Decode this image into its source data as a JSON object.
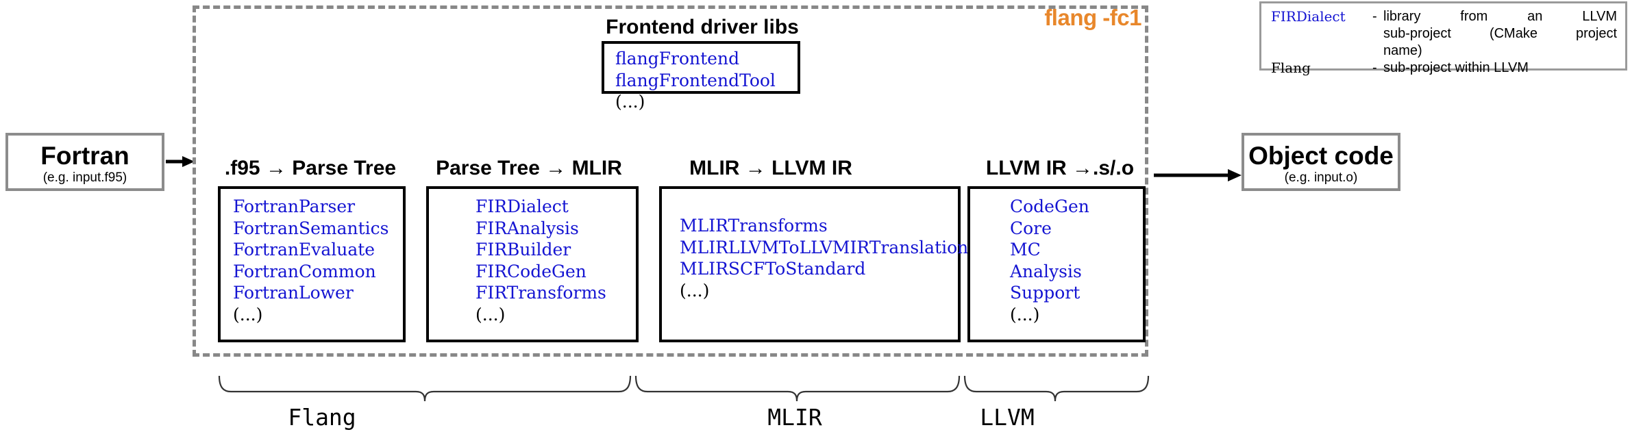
{
  "diagram": {
    "driver_label": "flang -fc1",
    "accent_color": "#E8872B",
    "lib_color": "#1414D2",
    "frontend": {
      "heading": "Frontend driver libs",
      "libs": [
        "flangFrontend",
        "flangFrontendTool",
        "(...)"
      ]
    },
    "stages": [
      {
        "heading": ".f95 → Parse Tree",
        "libs": [
          "FortranParser",
          "FortranSemantics",
          "FortranEvaluate",
          "FortranCommon",
          "FortranLower",
          "(...)"
        ]
      },
      {
        "heading": "Parse Tree → MLIR",
        "libs": [
          "FIRDialect",
          "FIRAnalysis",
          "FIRBuilder",
          "FIRCodeGen",
          "FIRTransforms",
          "(...)"
        ]
      },
      {
        "heading": "MLIR → LLVM IR",
        "libs": [
          "MLIRTransforms",
          "MLIRLLVMToLLVMIRTranslation",
          "MLIRSCFToStandard",
          "(...)"
        ]
      },
      {
        "heading": "LLVM IR →.s/.o",
        "libs": [
          "CodeGen",
          "Core",
          "MC",
          "Analysis",
          "Support",
          "(...)"
        ]
      }
    ],
    "input": {
      "title": "Fortran",
      "subtitle": "(e.g. input.f95)"
    },
    "output": {
      "title": "Object code",
      "subtitle": "(e.g. input.o)"
    },
    "groups": [
      {
        "label": "Flang"
      },
      {
        "label": "MLIR"
      },
      {
        "label": "LLVM"
      }
    ]
  },
  "legend": {
    "rows": [
      {
        "term": "FIRDialect",
        "term_style": "blue",
        "dash": "-",
        "definition_lines": [
          "library from an LLVM",
          "sub-project (CMake project",
          "name)"
        ]
      },
      {
        "term": "Flang",
        "term_style": "plain",
        "dash": "-",
        "definition_lines": [
          "sub-project within LLVM"
        ]
      }
    ]
  }
}
